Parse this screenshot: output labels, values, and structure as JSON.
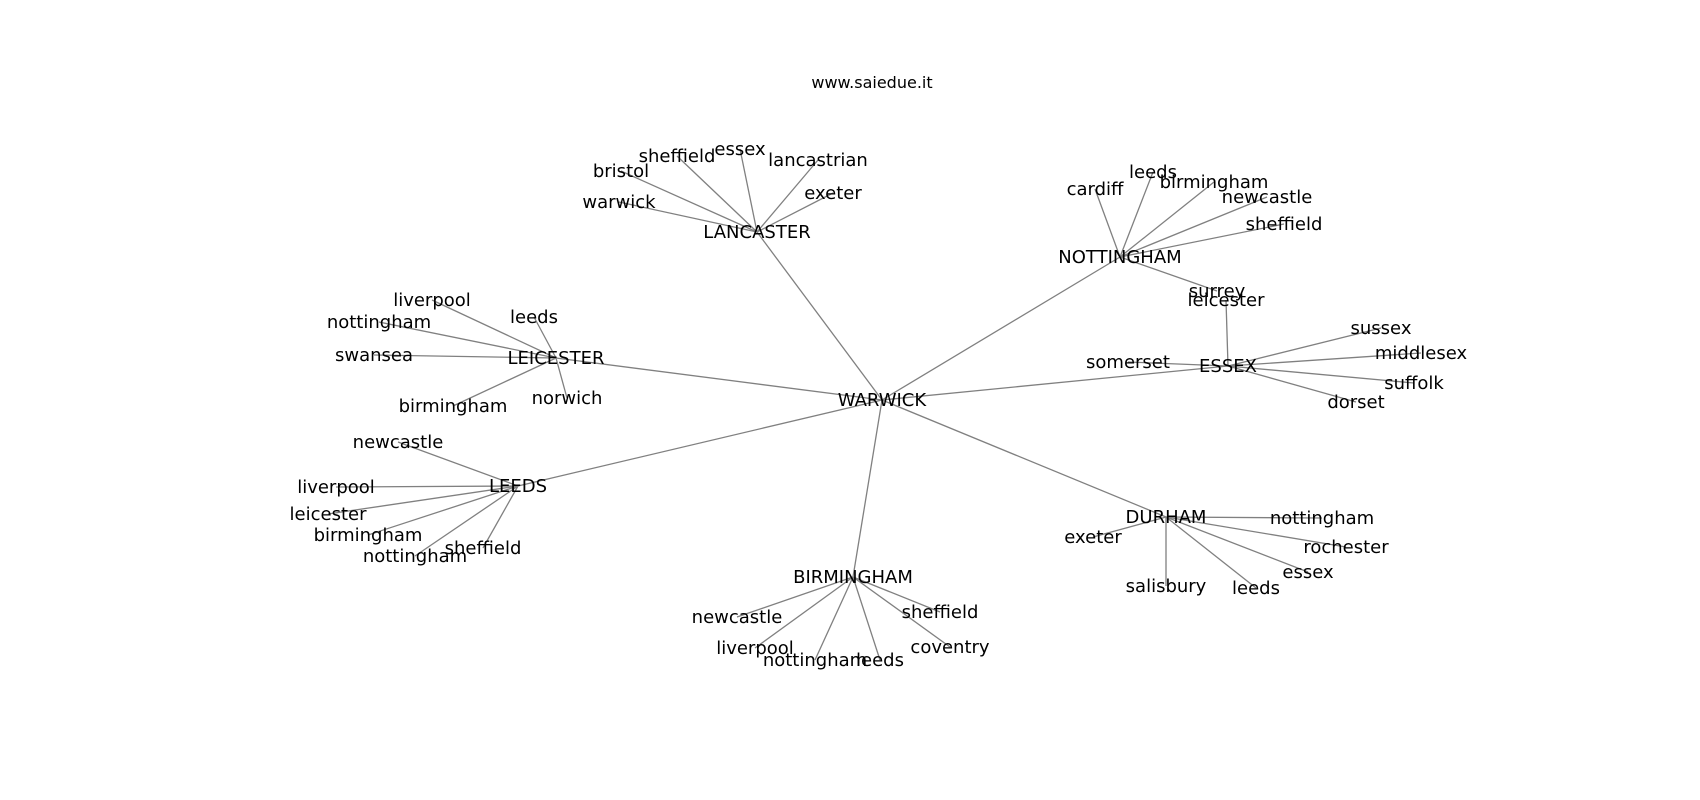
{
  "site_title": "www.saiedue.it",
  "center": "WARWICK",
  "hubs": [
    {
      "id": "lancaster",
      "label": "LANCASTER",
      "leaves": [
        "warwick",
        "bristol",
        "sheffield",
        "essex",
        "lancastrian",
        "exeter"
      ]
    },
    {
      "id": "nottingham",
      "label": "NOTTINGHAM",
      "leaves": [
        "cardiff",
        "leeds",
        "birmingham",
        "newcastle",
        "sheffield",
        "surrey"
      ]
    },
    {
      "id": "essex",
      "label": "ESSEX",
      "leaves": [
        "leicester",
        "sussex",
        "middlesex",
        "suffolk",
        "dorset",
        "somerset"
      ]
    },
    {
      "id": "leicester",
      "label": "LEICESTER",
      "leaves": [
        "liverpool",
        "nottingham",
        "leeds",
        "swansea",
        "birmingham",
        "norwich"
      ]
    },
    {
      "id": "leeds",
      "label": "LEEDS",
      "leaves": [
        "newcastle",
        "liverpool",
        "leicester",
        "birmingham",
        "nottingham",
        "sheffield"
      ]
    },
    {
      "id": "birmingham",
      "label": "BIRMINGHAM",
      "leaves": [
        "newcastle",
        "liverpool",
        "nottingham",
        "leeds",
        "coventry",
        "sheffield"
      ]
    },
    {
      "id": "durham",
      "label": "DURHAM",
      "leaves": [
        "exeter",
        "nottingham",
        "rochester",
        "essex",
        "leeds",
        "salisbury"
      ]
    }
  ],
  "colors": {
    "edge": "#808080",
    "text": "#000000",
    "background": "#ffffff"
  }
}
